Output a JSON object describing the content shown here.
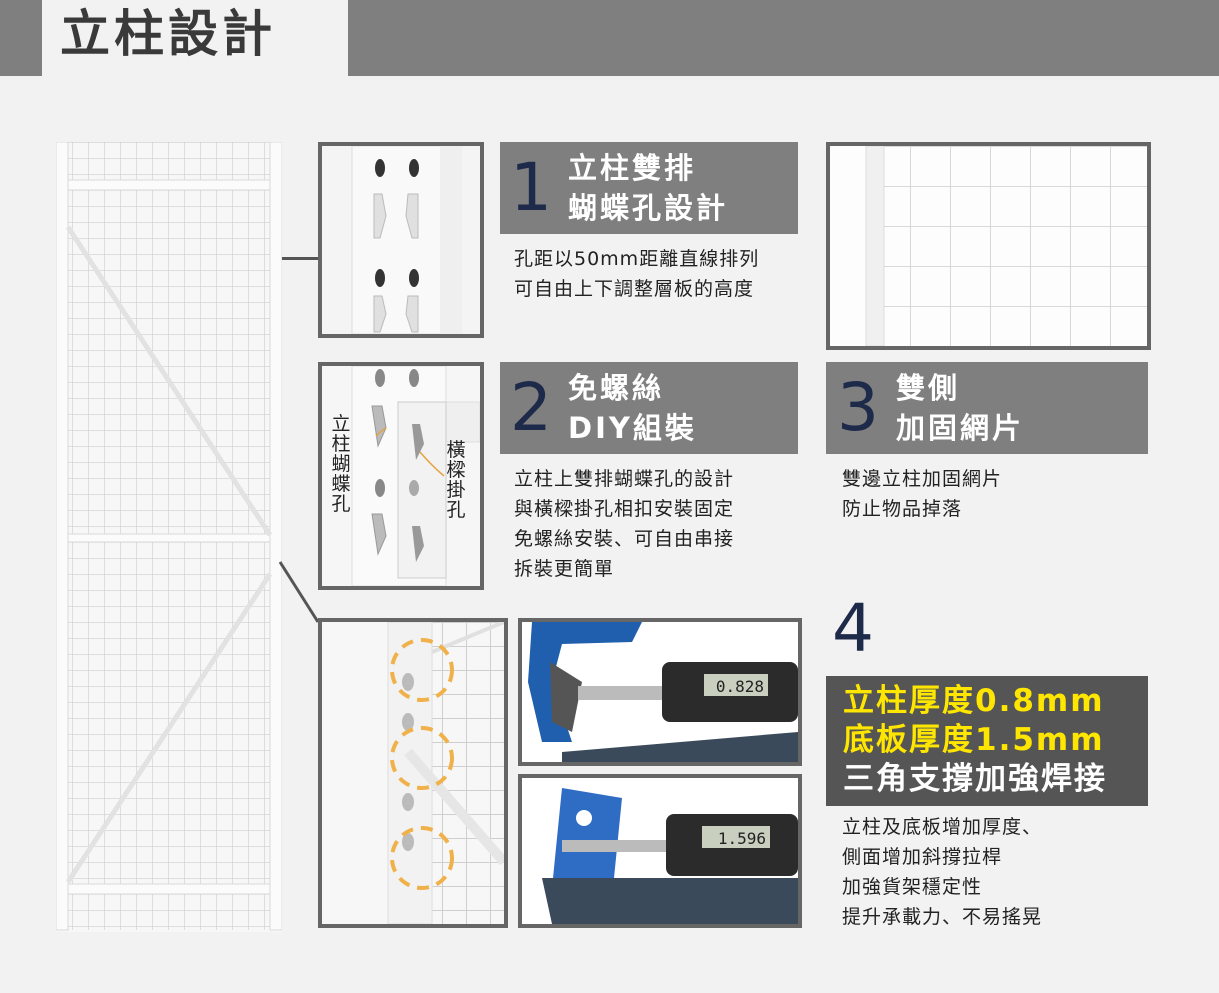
{
  "header": {
    "title": "立柱設計"
  },
  "section1": {
    "number": "1",
    "title_lines": [
      "立柱雙排",
      "蝴蝶孔設計"
    ],
    "desc_lines": [
      "孔距以50mm距離直線排列",
      "可自由上下調整層板的高度"
    ]
  },
  "section2": {
    "number": "2",
    "title_lines": [
      "免螺絲",
      "DIY組裝"
    ],
    "desc_lines": [
      "立柱上雙排蝴蝶孔的設計",
      "與橫樑掛孔相扣安裝固定",
      "免螺絲安裝、可自由串接",
      "拆裝更簡單"
    ],
    "labels": {
      "left": [
        "立",
        "柱",
        "蝴",
        "蝶",
        "孔"
      ],
      "right": [
        "橫",
        "樑",
        "掛",
        "孔"
      ]
    }
  },
  "section3": {
    "number": "3",
    "title_lines": [
      "雙側",
      "加固網片"
    ],
    "desc_lines": [
      "雙邊立柱加固網片",
      "防止物品掉落"
    ]
  },
  "section4": {
    "number": "4",
    "highlight_lines": [
      "立柱厚度0.8mm",
      "底板厚度1.5mm"
    ],
    "white_line": "三角支撐加強焊接",
    "desc_lines": [
      "立柱及底板增加厚度、",
      "側面增加斜撐拉桿",
      "加強貨架穩定性",
      "提升承載力、不易搖晃"
    ],
    "micrometer_readings": [
      "0.828",
      "1.596"
    ]
  },
  "colors": {
    "header_gray": "#7f7f7f",
    "step_gray": "#7f7f7f",
    "dark_box": "#555555",
    "number_navy": "#1e2a4a",
    "highlight_yellow": "#ffe600",
    "circle_orange": "#f0b14a"
  }
}
